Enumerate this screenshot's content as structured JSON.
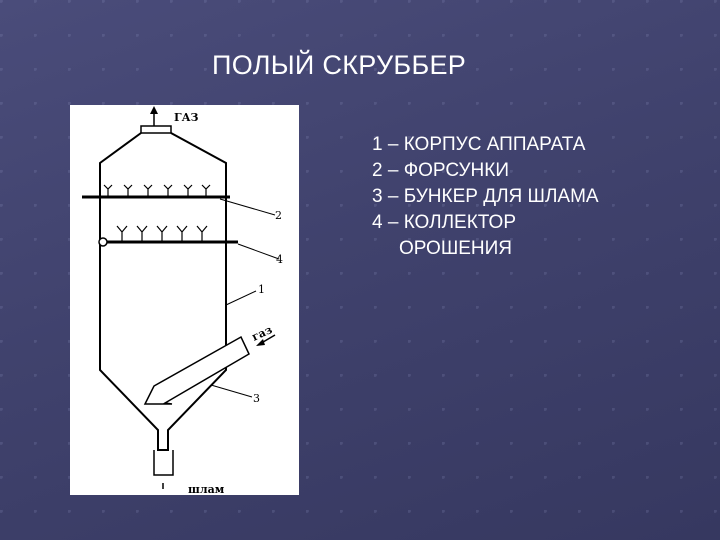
{
  "slide": {
    "title": "ПОЛЫЙ СКРУББЕР"
  },
  "figure": {
    "labels": {
      "gas_out": "ГАЗ",
      "gas_in": "газ",
      "sludge": "шлам",
      "n1": "1",
      "n2": "2",
      "n3": "3",
      "n4": "4"
    }
  },
  "legend": {
    "items": [
      "1 – КОРПУС АППАРАТА",
      "2 – ФОРСУНКИ",
      "3 – БУНКЕР ДЛЯ ШЛАМА",
      "4 – КОЛЛЕКТОР"
    ],
    "continuation": "ОРОШЕНИЯ"
  },
  "colors": {
    "background": "#42446f",
    "text": "#ffffff",
    "panel": "#ffffff",
    "drawing": "#000000"
  }
}
